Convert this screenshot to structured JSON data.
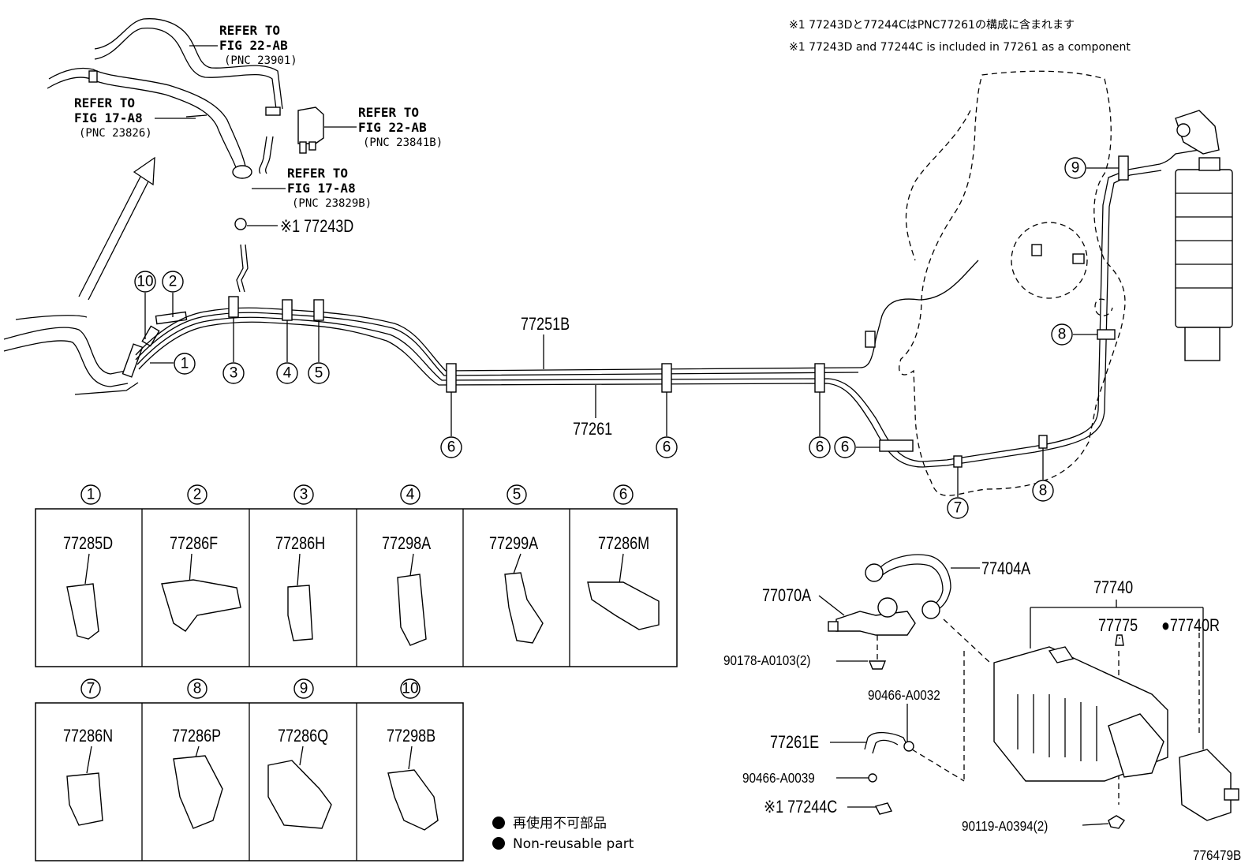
{
  "notes": {
    "jp": "※1 77243Dと77244CはPNC77261の構成に含まれます",
    "en": "※1 77243D and 77244C is included in 77261 as a component"
  },
  "refs": [
    {
      "l1": "REFER TO",
      "l2": "FIG 22-AB",
      "l3": "(PNC 23901)"
    },
    {
      "l1": "REFER TO",
      "l2": "FIG 17-A8",
      "l3": "(PNC 23826)"
    },
    {
      "l1": "REFER TO",
      "l2": "FIG 22-AB",
      "l3": "(PNC 23841B)"
    },
    {
      "l1": "REFER TO",
      "l2": "FIG 17-A8",
      "l3": "(PNC 23829B)"
    }
  ],
  "callouts": {
    "p77243D": "※1 77243D",
    "p77251B": "77251B",
    "p77261": "77261",
    "p77404A": "77404A",
    "p77070A": "77070A",
    "p77740": "77740",
    "p77775": "77775",
    "p77740R": "●77740R",
    "p90178": "90178-A0103(2)",
    "p90466_32": "90466-A0032",
    "p77261E": "77261E",
    "p90466_39": "90466-A0039",
    "p77244C": "※1 77244C",
    "p90119": "90119-A0394(2)"
  },
  "diagram_markers": {
    "m1": "1",
    "m2": "2",
    "m3": "3",
    "m4": "4",
    "m5": "5",
    "m6a": "6",
    "m6b": "6",
    "m6c": "6",
    "m6d": "6",
    "m7": "7",
    "m8a": "8",
    "m8b": "8",
    "m9": "9",
    "m10": "10"
  },
  "clip_table": [
    {
      "num": "1",
      "part": "77285D"
    },
    {
      "num": "2",
      "part": "77286F"
    },
    {
      "num": "3",
      "part": "77286H"
    },
    {
      "num": "4",
      "part": "77298A"
    },
    {
      "num": "5",
      "part": "77299A"
    },
    {
      "num": "6",
      "part": "77286M"
    },
    {
      "num": "7",
      "part": "77286N"
    },
    {
      "num": "8",
      "part": "77286P"
    },
    {
      "num": "9",
      "part": "77286Q"
    },
    {
      "num": "10",
      "part": "77298B"
    }
  ],
  "legend": {
    "jp": "再使用不可部品",
    "en": "Non-reusable part"
  },
  "figure_id": "776479B"
}
